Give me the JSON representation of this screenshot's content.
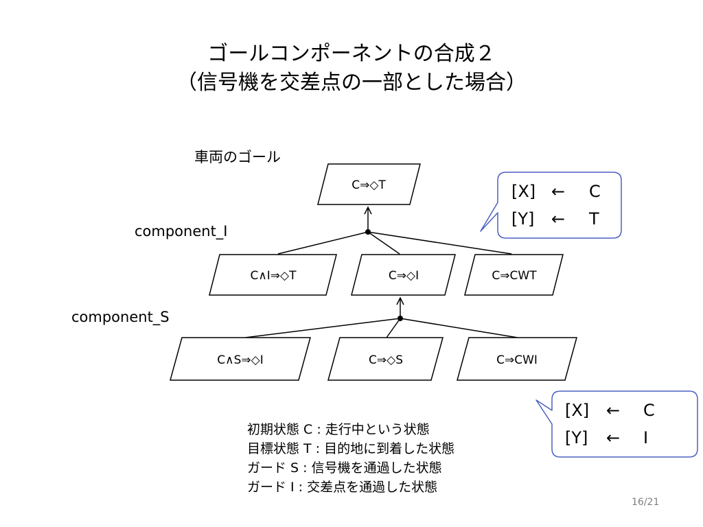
{
  "title": {
    "line1": "ゴールコンポーネントの合成２",
    "line2": "（信号機を交差点の一部とした場合）"
  },
  "labels": {
    "vehicle_goal": "車両のゴール",
    "component_i": "component_I",
    "component_s": "component_S"
  },
  "goals": {
    "top": "C⇒◇T",
    "level2": [
      "C∧I⇒◇T",
      "C⇒◇I",
      "C⇒CWT"
    ],
    "level3": [
      "C∧S⇒◇I",
      "C⇒◇S",
      "C⇒CWI"
    ]
  },
  "callouts": [
    {
      "line1_var": "[X]",
      "line1_arrow": "←",
      "line1_val": "C",
      "line2_var": "[Y]",
      "line2_arrow": "←",
      "line2_val": "T"
    },
    {
      "line1_var": "[X]",
      "line1_arrow": "←",
      "line1_val": "C",
      "line2_var": "[Y]",
      "line2_arrow": "←",
      "line2_val": "I"
    }
  ],
  "legend": [
    "初期状態 C : 走行中という状態",
    "目標状態 T : 目的地に到着した状態",
    "ガード S : 信号機を通過した状態",
    "ガード I : 交差点を通過した状態"
  ],
  "page_number": "16/21",
  "colors": {
    "callout_border": "#4a5fc1",
    "line": "#000000",
    "page_number": "#7f7f7f"
  }
}
